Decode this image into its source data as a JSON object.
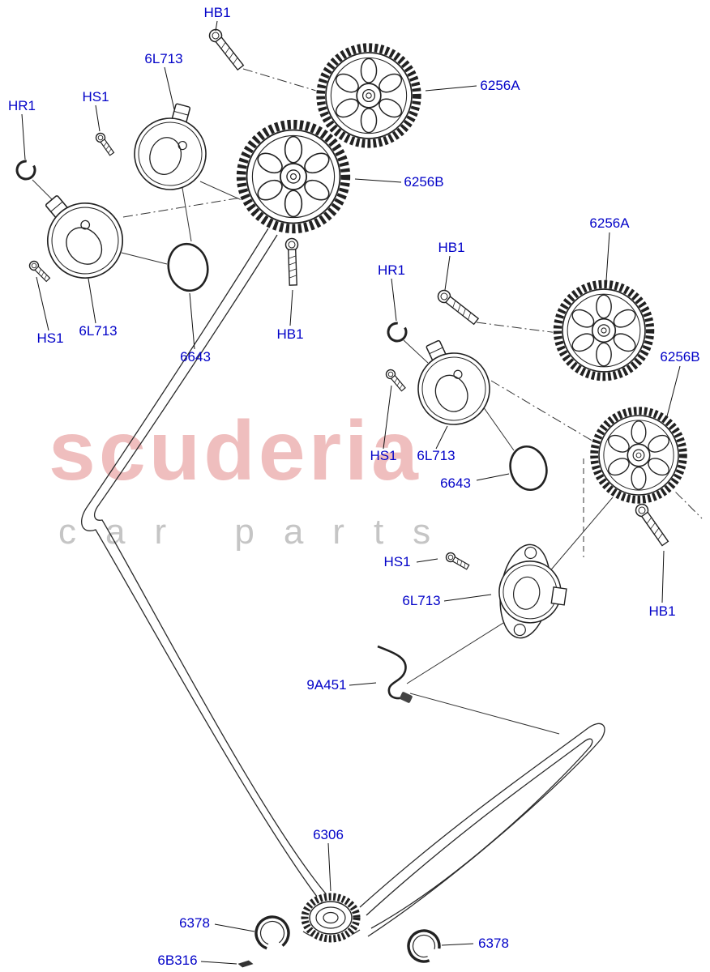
{
  "watermark": {
    "brand": "scuderia",
    "subtext": "car parts"
  },
  "colors": {
    "part_label": "#0202c8",
    "line": "#222222",
    "watermark_brand": "#e07e7e",
    "watermark_subtext": "#969696"
  },
  "part_labels": [
    "HB1",
    "6L713",
    "6256A",
    "HR1",
    "HS1",
    "6256B",
    "6256A",
    "HB1",
    "HR1",
    "6256B",
    "HS1",
    "6L713",
    "6643",
    "HB1",
    "HS1",
    "6L713",
    "6643",
    "HS1",
    "6L713",
    "HB1",
    "9A451",
    "6306",
    "6378",
    "6378",
    "6B316"
  ]
}
